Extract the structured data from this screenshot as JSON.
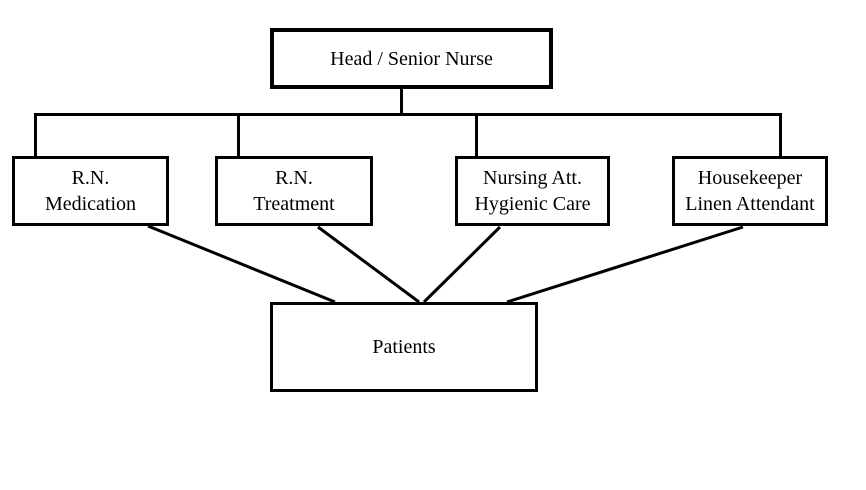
{
  "org": {
    "root": {
      "label": "Head / Senior Nurse"
    },
    "children": [
      {
        "lines": [
          "R.N.",
          "Medication"
        ]
      },
      {
        "lines": [
          "R.N.",
          "Treatment"
        ]
      },
      {
        "lines": [
          "Nursing Att.",
          "Hygienic Care"
        ]
      },
      {
        "lines": [
          "Housekeeper",
          "Linen Attendant"
        ]
      }
    ],
    "sink": {
      "label": "Patients"
    }
  },
  "colors": {
    "background": "#ffffff",
    "line": "#000000",
    "text": "#000000"
  }
}
